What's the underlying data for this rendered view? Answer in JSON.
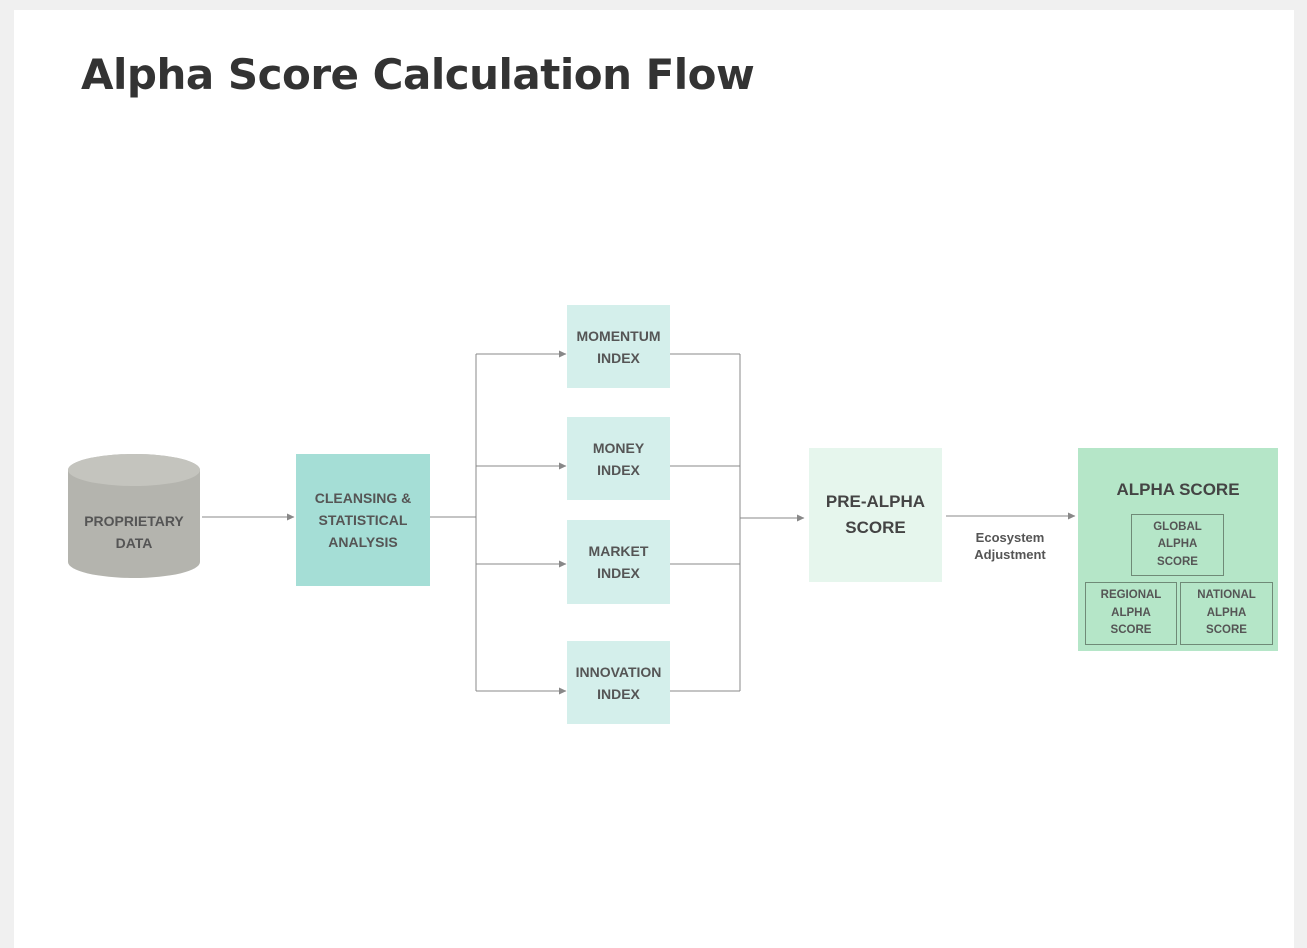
{
  "title": "Alpha Score Calculation Flow",
  "nodes": {
    "proprietary_data": "PROPRIETARY\nDATA",
    "cleansing": "CLEANSING &\nSTATISTICAL\nANALYSIS",
    "momentum": "MOMENTUM\nINDEX",
    "money": "MONEY\nINDEX",
    "market": "MARKET\nINDEX",
    "innovation": "INNOVATION\nINDEX",
    "pre_alpha": "PRE-ALPHA\nSCORE",
    "alpha_score": "ALPHA SCORE",
    "global_alpha": "GLOBAL\nALPHA\nSCORE",
    "regional_alpha": "REGIONAL\nALPHA\nSCORE",
    "national_alpha": "NATIONAL\nALPHA\nSCORE"
  },
  "edges": {
    "ecosystem_adjustment": "Ecosystem\nAdjustment"
  },
  "colors": {
    "cylinder": "#b4b4ae",
    "cleansing": "#a5ded6",
    "index": "#d4efeb",
    "pre_alpha": "#e6f6ed",
    "alpha": "#b5e6c8",
    "connector": "#888888"
  }
}
